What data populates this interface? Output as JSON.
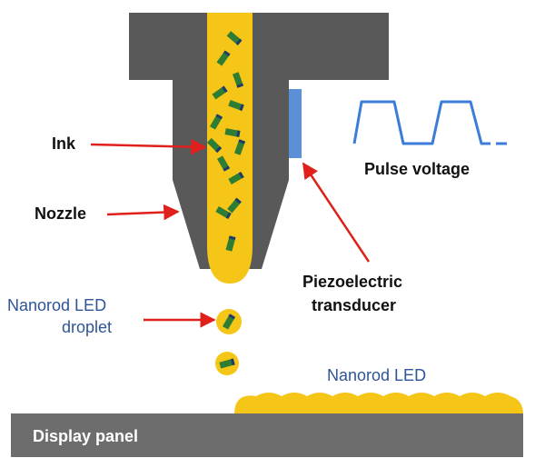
{
  "labels": {
    "ink": "Ink",
    "nozzle": "Nozzle",
    "droplet_line1": "Nanorod LED",
    "droplet_line2": "droplet",
    "pulse_voltage": "Pulse voltage",
    "piezo_line1": "Piezoelectric",
    "piezo_line2": "transducer",
    "nanorod_led": "Nanorod LED",
    "display_panel": "Display panel"
  },
  "colors": {
    "nozzle_body": "#595959",
    "ink": "#f5c518",
    "arrow": "#e0201b",
    "transducer": "#5b8fd6",
    "waveform": "#3b7dd8",
    "panel": "#6d6d6d",
    "nanorod_green": "#2e7d32",
    "nanorod_dark": "#1f3a6b",
    "label_blue": "#2f5597"
  }
}
